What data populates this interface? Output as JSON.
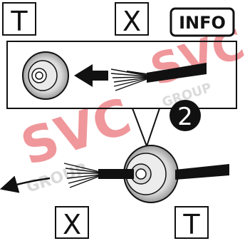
{
  "labels": {
    "top_left": "T",
    "top_middle": "X",
    "info": "INFO",
    "step": "2",
    "bottom_left": "X",
    "bottom_right": "T"
  },
  "watermark": {
    "brand": "SVC",
    "sub": "GROUP",
    "color": "#d9141e"
  }
}
